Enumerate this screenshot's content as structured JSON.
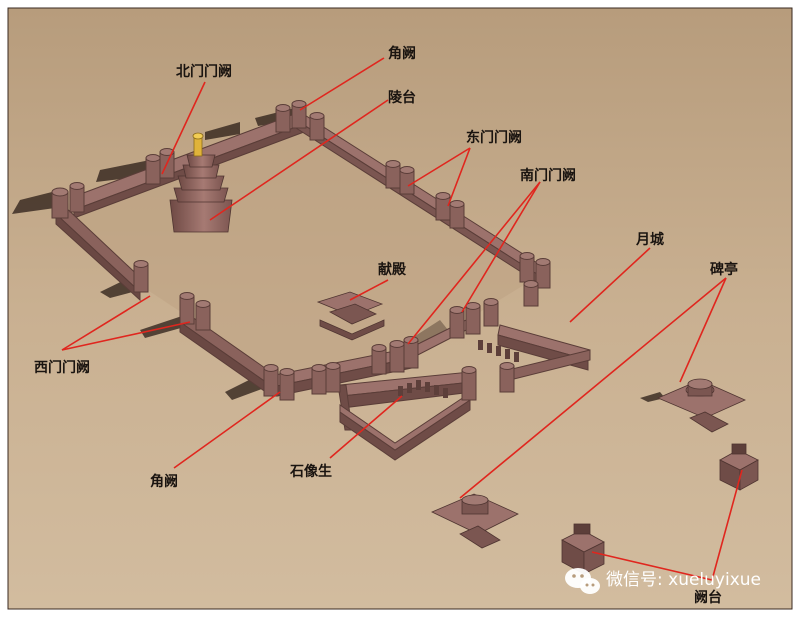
{
  "labels": {
    "north_gate": "北门门阙",
    "corner_top": "角阙",
    "tomb_mound": "陵台",
    "east_gate": "东门门阙",
    "south_gate": "南门门阙",
    "offering_hall": "献殿",
    "moon_city": "月城",
    "stele_pavilion": "碑亭",
    "west_gate": "西门门阙",
    "corner_bottom": "角阙",
    "stone_statues": "石像生",
    "que_platform": "阙台"
  },
  "watermark": {
    "icon": "wechat-icon",
    "text": "微信号: xueluyixue"
  },
  "colors": {
    "ground": "#c6ae8f",
    "wall_top": "#9c726c",
    "wall_side": "#6f4c47",
    "leader": "#e0261e",
    "gold": "#e0b33a"
  }
}
